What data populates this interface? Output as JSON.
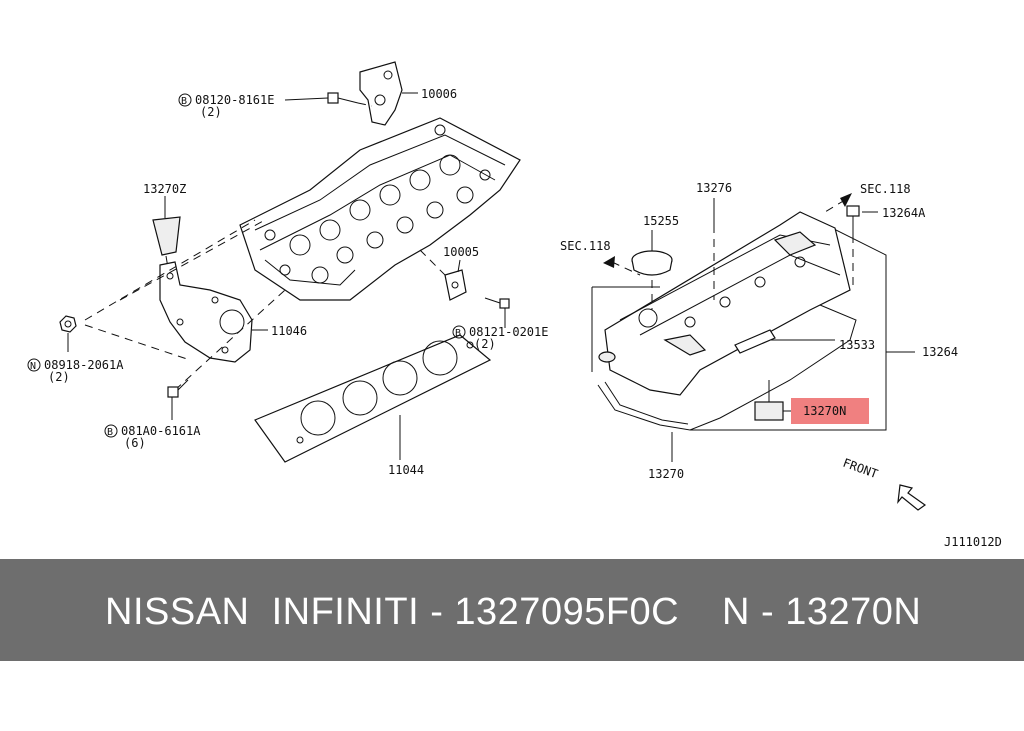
{
  "diagram_code": "J111012D",
  "callouts": {
    "bolt_08120": "08120-8161E",
    "bolt_08120_qty": "(2)",
    "p10006": "10006",
    "p13270z": "13270Z",
    "p10005": "10005",
    "bolt_08121": "08121-0201E",
    "bolt_08121_qty": "(2)",
    "p11046": "11046",
    "nut_08918": "08918-2061A",
    "nut_08918_qty": "(2)",
    "bolt_081a0": "081A0-6161A",
    "bolt_081a0_qty": "(6)",
    "p11044": "11044",
    "p13276": "13276",
    "sec118_right": "SEC.118",
    "p13264a": "13264A",
    "p15255": "15255",
    "sec118_left": "SEC.118",
    "p13533": "13533",
    "p13264": "13264",
    "p13270n": "13270N",
    "p13270": "13270",
    "front": "FRONT"
  },
  "symbols": {
    "b": "B",
    "n": "N"
  },
  "highlight_color": "#f08080",
  "footer": {
    "brand": "NISSAN  INFINITI - 1327095F0C",
    "code": "N - 13270N"
  }
}
